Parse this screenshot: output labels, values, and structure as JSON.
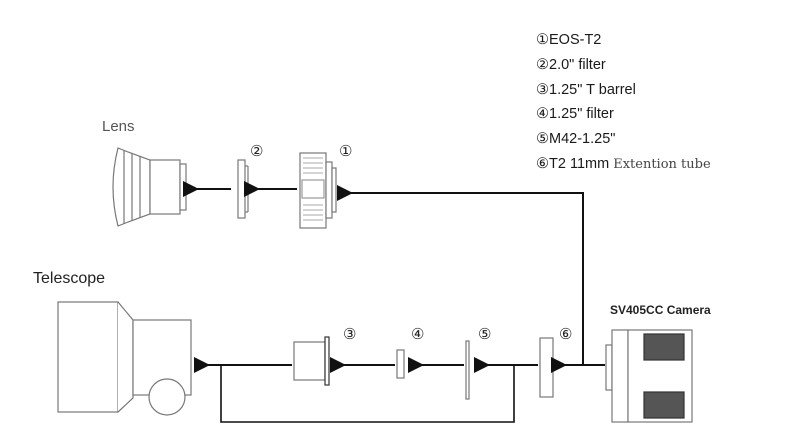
{
  "legend": [
    {
      "num": "①",
      "text": "EOS-T2",
      "extra": ""
    },
    {
      "num": "②",
      "text": "2.0\" filter",
      "extra": ""
    },
    {
      "num": "③",
      "text": "1.25\" T barrel",
      "extra": ""
    },
    {
      "num": "④",
      "text": "1.25\" filter",
      "extra": ""
    },
    {
      "num": "⑤",
      "text": "M42-1.25\"",
      "extra": ""
    },
    {
      "num": "⑥",
      "text": "T2 11mm ",
      "extra": "Extention tube"
    }
  ],
  "labels": {
    "lens": "Lens",
    "telescope": "Telescope",
    "camera": "SV405CC Camera"
  },
  "markers": [
    "①",
    "②",
    "③",
    "④",
    "⑤",
    "⑥"
  ]
}
